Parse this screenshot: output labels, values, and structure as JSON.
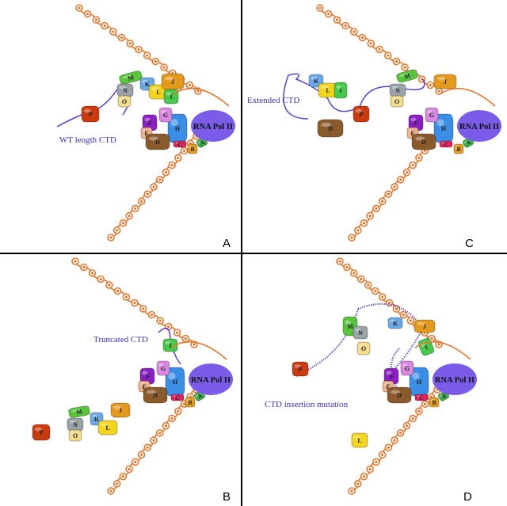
{
  "panels": [
    {
      "letter": "A",
      "ctd_label": "WT length CTD"
    },
    {
      "letter": "C",
      "ctd_label": "Extended CTD"
    },
    {
      "letter": "B",
      "ctd_label": "Truncated CTD"
    },
    {
      "letter": "D",
      "ctd_label": "CTD insertion mutation"
    }
  ],
  "polymerase": "RNA Pol II",
  "subunits": {
    "A": "A",
    "B": "B",
    "C": "C",
    "D": "D",
    "E": "E",
    "F": "F",
    "G": "G",
    "H": "H",
    "I": "I",
    "J": "J",
    "K": "K",
    "L": "L",
    "M": "M",
    "N": "N",
    "O": "O",
    "P": "P"
  },
  "colors": {
    "dna_strand": "#e8772e",
    "ctd_line": "#5b3fd6",
    "pol_ii": "#7b5ce8",
    "A": "#3db34a",
    "B": "#e6a21f",
    "C": "#e0245e",
    "D": "#8b5a2b",
    "E": "#f0b28a",
    "F": "#8a1fc4",
    "G": "#d988e0",
    "H": "#3a8ee6",
    "I": "#46c94b",
    "J": "#e39a1c",
    "K": "#6aa9e8",
    "L": "#f2d51c",
    "M": "#58c43c",
    "N": "#9aa3a8",
    "O": "#f3dc8a",
    "P": "#cc3b10"
  }
}
